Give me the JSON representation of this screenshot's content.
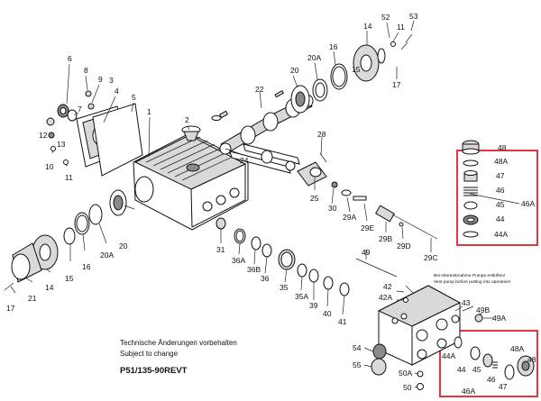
{
  "notes": {
    "line1": "Technische Änderungen vorbehalten",
    "line2": "Subject to change",
    "model": "P51/135-90REVT"
  },
  "warning": {
    "de": "Bei Inbetriebnahme Pumpe entlüften!",
    "en": "Vent pump before putting into operation!"
  },
  "labels": {
    "1": "1",
    "2": "2",
    "3": "3",
    "4": "4",
    "5": "5",
    "6": "6",
    "7": "7",
    "8": "8",
    "9": "9",
    "10": "10",
    "11a": "11",
    "11b": "11",
    "12": "12",
    "13": "13",
    "14a": "14",
    "14b": "14",
    "15a": "15",
    "15b": "15",
    "16a": "16",
    "16b": "16",
    "17a": "17",
    "17b": "17",
    "20a": "20",
    "20b": "20",
    "20Aa": "20A",
    "20Ab": "20A",
    "21": "21",
    "22": "22",
    "24": "24",
    "25": "25",
    "28": "28",
    "29A": "29A",
    "29B": "29B",
    "29C": "29C",
    "29D": "29D",
    "29E": "29E",
    "30": "30",
    "31": "31",
    "35": "35",
    "35A": "35A",
    "36": "36",
    "36A": "36A",
    "36B": "36B",
    "39": "39",
    "40": "40",
    "41": "41",
    "42": "42",
    "42A": "42A",
    "43": "43",
    "44a": "44",
    "44Aa": "44A",
    "44b": "44",
    "44Ab": "44A",
    "45a": "45",
    "45b": "45",
    "46a": "46",
    "46b": "46",
    "46Aa": "46A",
    "46Ab": "46A",
    "47a": "47",
    "47b": "47",
    "48a": "48",
    "48b": "48",
    "48Aa": "48A",
    "48Ab": "48A",
    "49": "49",
    "49A": "49A",
    "49B": "49B",
    "50": "50",
    "50A": "50A",
    "52": "52",
    "53": "53",
    "54": "54",
    "55": "55"
  },
  "colors": {
    "highlight_box": "#e0202a",
    "ink": "#111111"
  }
}
